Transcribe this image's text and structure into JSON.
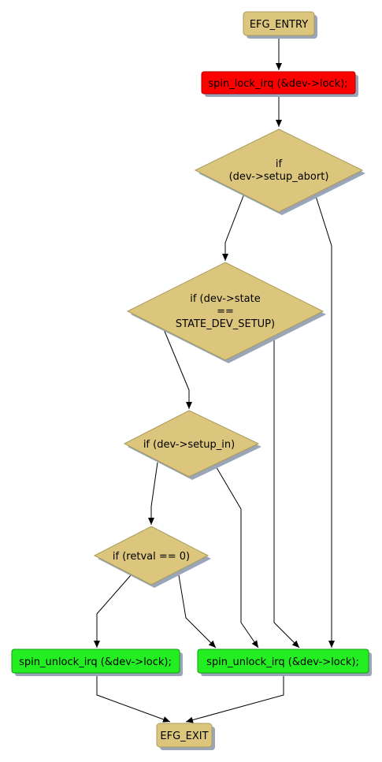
{
  "colors": {
    "node_fill": "#dcc67e",
    "node_stroke": "#a89a58",
    "lock_fill": "#ff0000",
    "lock_stroke": "#b00000",
    "unlock_fill": "#22ee22",
    "unlock_stroke": "#119911",
    "edge": "#000000"
  },
  "nodes": {
    "entry": {
      "label": "EFG_ENTRY"
    },
    "lock": {
      "label": "spin_lock_irq (&dev->lock);"
    },
    "cond_abort": {
      "line1": "if",
      "line2": "(dev->setup_abort)"
    },
    "cond_state": {
      "line1": "if (dev->state",
      "line2": "==",
      "line3": "STATE_DEV_SETUP)"
    },
    "cond_setup_in": {
      "label": "if (dev->setup_in)"
    },
    "cond_retval": {
      "label": "if (retval == 0)"
    },
    "unlock_left": {
      "label": "spin_unlock_irq (&dev->lock);"
    },
    "unlock_right": {
      "label": "spin_unlock_irq (&dev->lock);"
    },
    "exit": {
      "label": "EFG_EXIT"
    }
  }
}
